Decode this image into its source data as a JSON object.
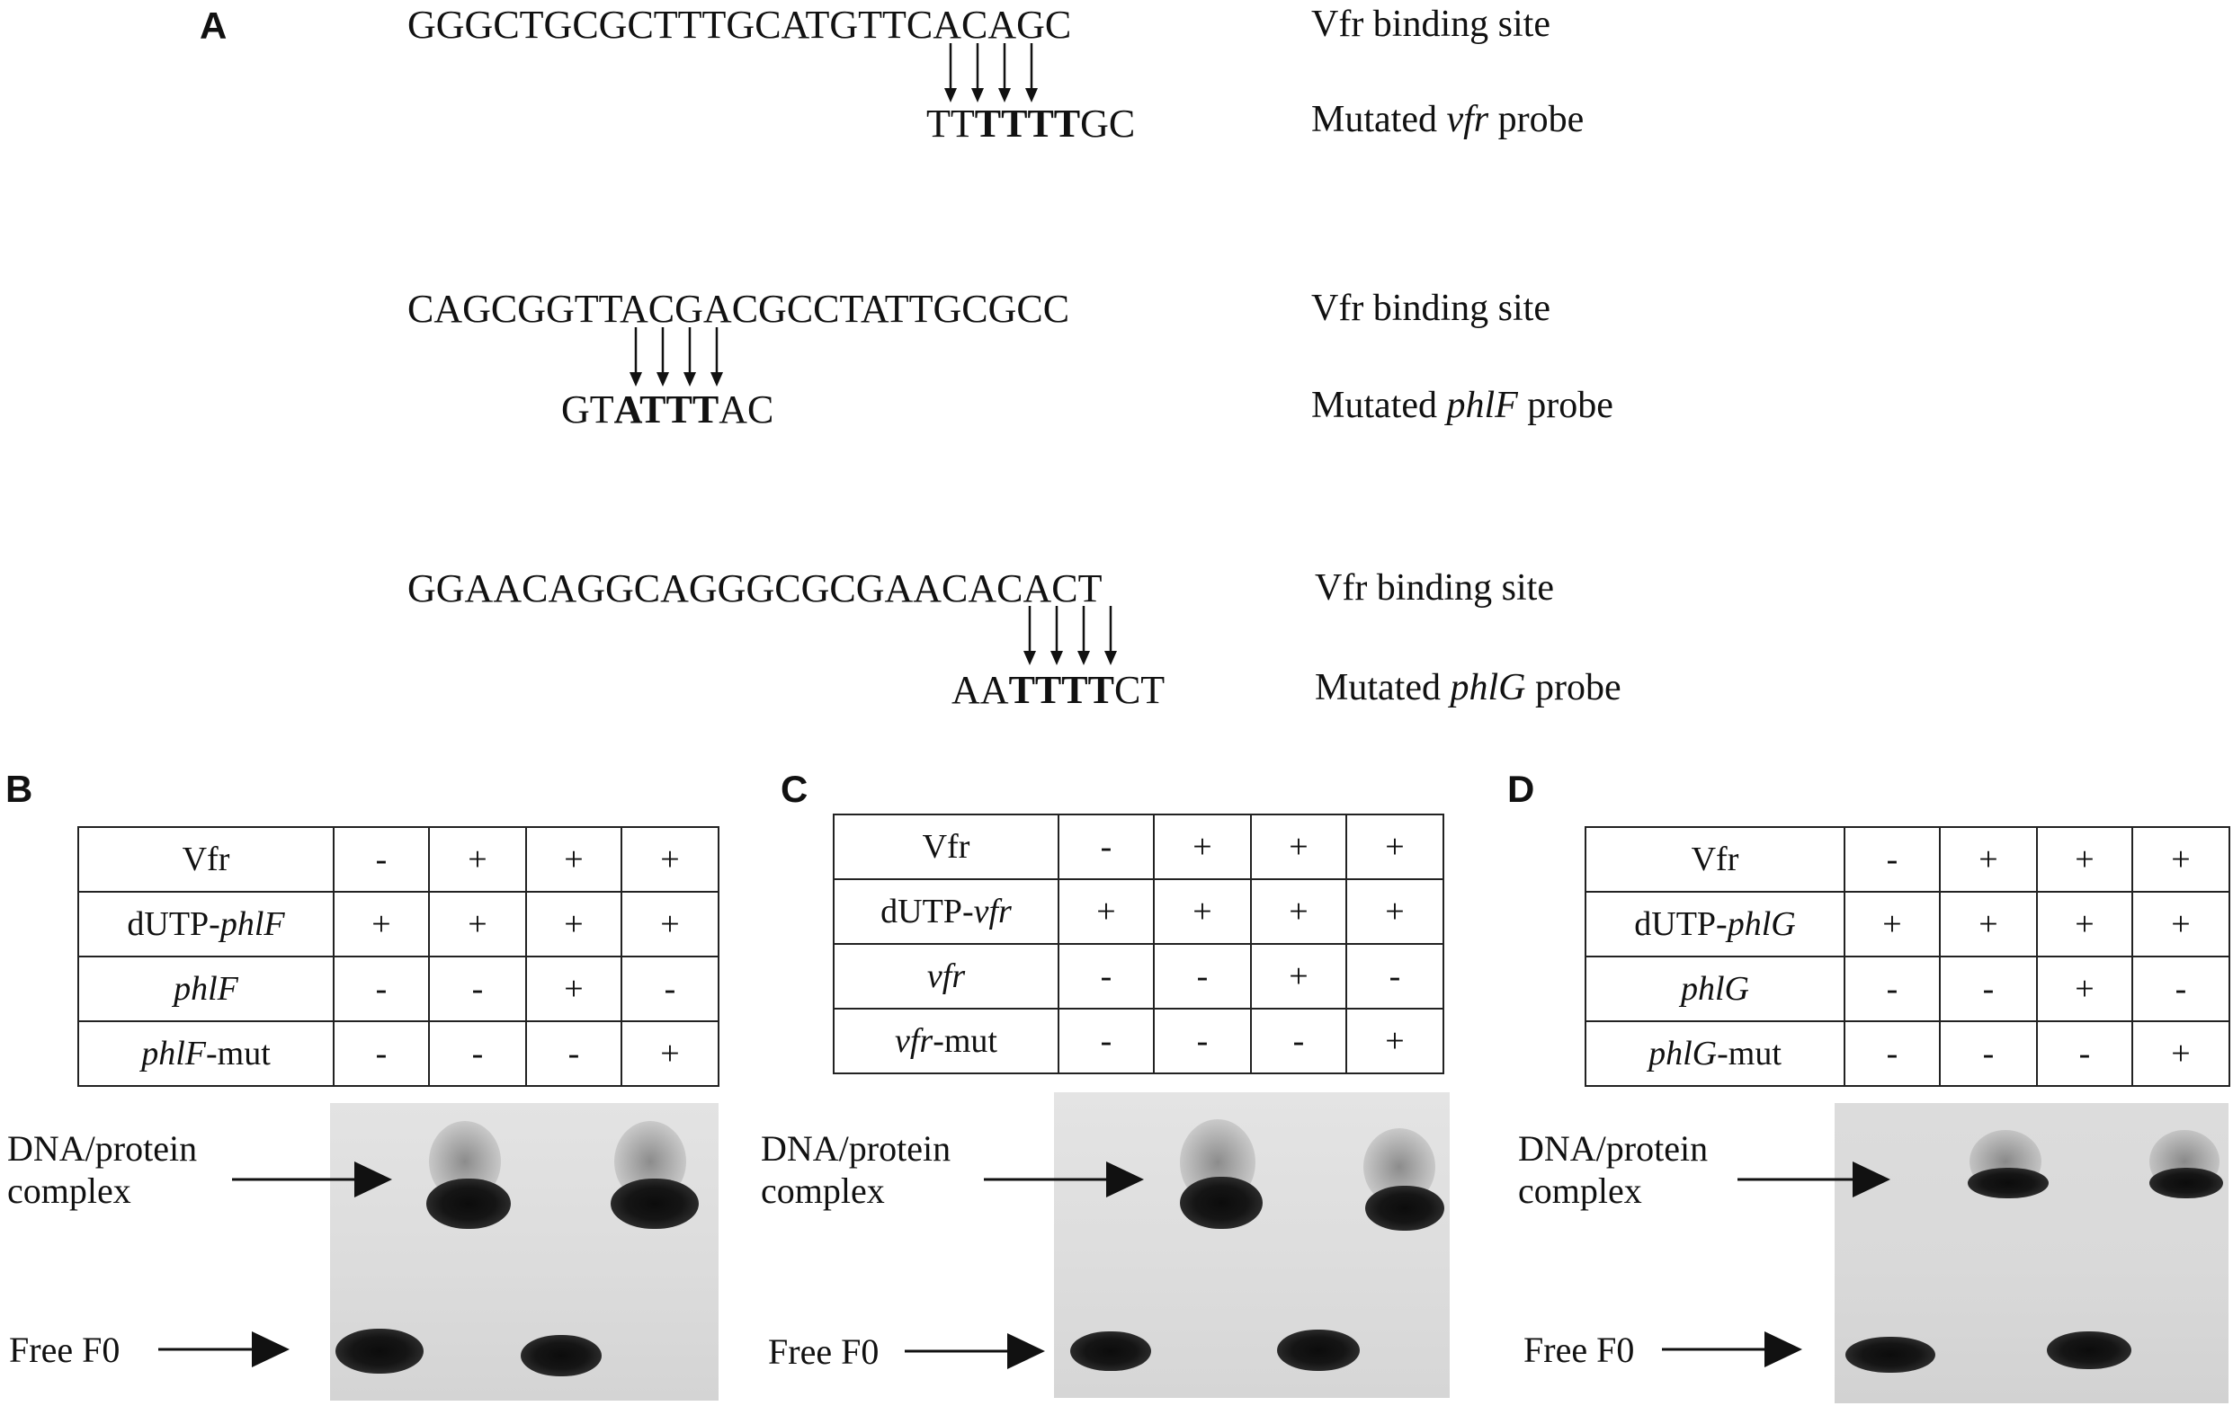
{
  "panel_a": {
    "letter": "A",
    "rows": [
      {
        "wild_seq": "GGGCTGCGCTTTGCATGTTCACAGC",
        "wild_label": "Vfr binding site",
        "mut_pre": "TT",
        "mut_bold": "TTTT",
        "mut_post": "GC",
        "mut_label_pre": "Mutated ",
        "mut_label_gene": "vfr",
        "mut_label_post": " probe"
      },
      {
        "wild_seq": "CAGCGGTTACGACGCCTATTGCGCC",
        "wild_label": "Vfr binding site",
        "mut_pre": "GT",
        "mut_bold": "ATTT",
        "mut_post": "AC",
        "mut_label_pre": "Mutated ",
        "mut_label_gene": "phlF",
        "mut_label_post": " probe"
      },
      {
        "wild_seq": "GGAACAGGCAGGGCGCGAACACACT",
        "wild_label": "Vfr binding site",
        "mut_pre": "AA",
        "mut_bold": "TTTT",
        "mut_post": "CT",
        "mut_label_pre": "Mutated ",
        "mut_label_gene": "phlG",
        "mut_label_post": " probe"
      }
    ]
  },
  "panels": [
    {
      "letter": "B",
      "rows": [
        {
          "label_pre": "Vfr",
          "label_it": "",
          "label_post": "",
          "values": [
            "-",
            "+",
            "+",
            "+"
          ]
        },
        {
          "label_pre": "dUTP-",
          "label_it": "phlF",
          "label_post": "",
          "values": [
            "+",
            "+",
            "+",
            "+"
          ]
        },
        {
          "label_pre": "",
          "label_it": "phlF",
          "label_post": "",
          "values": [
            "-",
            "-",
            "+",
            "-"
          ]
        },
        {
          "label_pre": "",
          "label_it": "phlF",
          "label_post": "-mut",
          "values": [
            "-",
            "-",
            "-",
            "+"
          ]
        }
      ],
      "complex_label": "DNA/protein\ncomplex",
      "free_label": "Free F0"
    },
    {
      "letter": "C",
      "rows": [
        {
          "label_pre": "Vfr",
          "label_it": "",
          "label_post": "",
          "values": [
            "-",
            "+",
            "+",
            "+"
          ]
        },
        {
          "label_pre": "dUTP-",
          "label_it": "vfr",
          "label_post": "",
          "values": [
            "+",
            "+",
            "+",
            "+"
          ]
        },
        {
          "label_pre": "",
          "label_it": "vfr",
          "label_post": "",
          "values": [
            "-",
            "-",
            "+",
            "-"
          ]
        },
        {
          "label_pre": "",
          "label_it": "vfr",
          "label_post": "-mut",
          "values": [
            "-",
            "-",
            "-",
            "+"
          ]
        }
      ],
      "complex_label": "DNA/protein\ncomplex",
      "free_label": "Free F0"
    },
    {
      "letter": "D",
      "rows": [
        {
          "label_pre": "Vfr",
          "label_it": "",
          "label_post": "",
          "values": [
            "-",
            "+",
            "+",
            "+"
          ]
        },
        {
          "label_pre": "dUTP-",
          "label_it": "phlG",
          "label_post": "",
          "values": [
            "+",
            "+",
            "+",
            "+"
          ]
        },
        {
          "label_pre": "",
          "label_it": "phlG",
          "label_post": "",
          "values": [
            "-",
            "-",
            "+",
            "-"
          ]
        },
        {
          "label_pre": "",
          "label_it": "phlG",
          "label_post": "-mut",
          "values": [
            "-",
            "-",
            "-",
            "+"
          ]
        }
      ],
      "complex_label": "DNA/protein\ncomplex",
      "free_label": "Free F0"
    }
  ]
}
